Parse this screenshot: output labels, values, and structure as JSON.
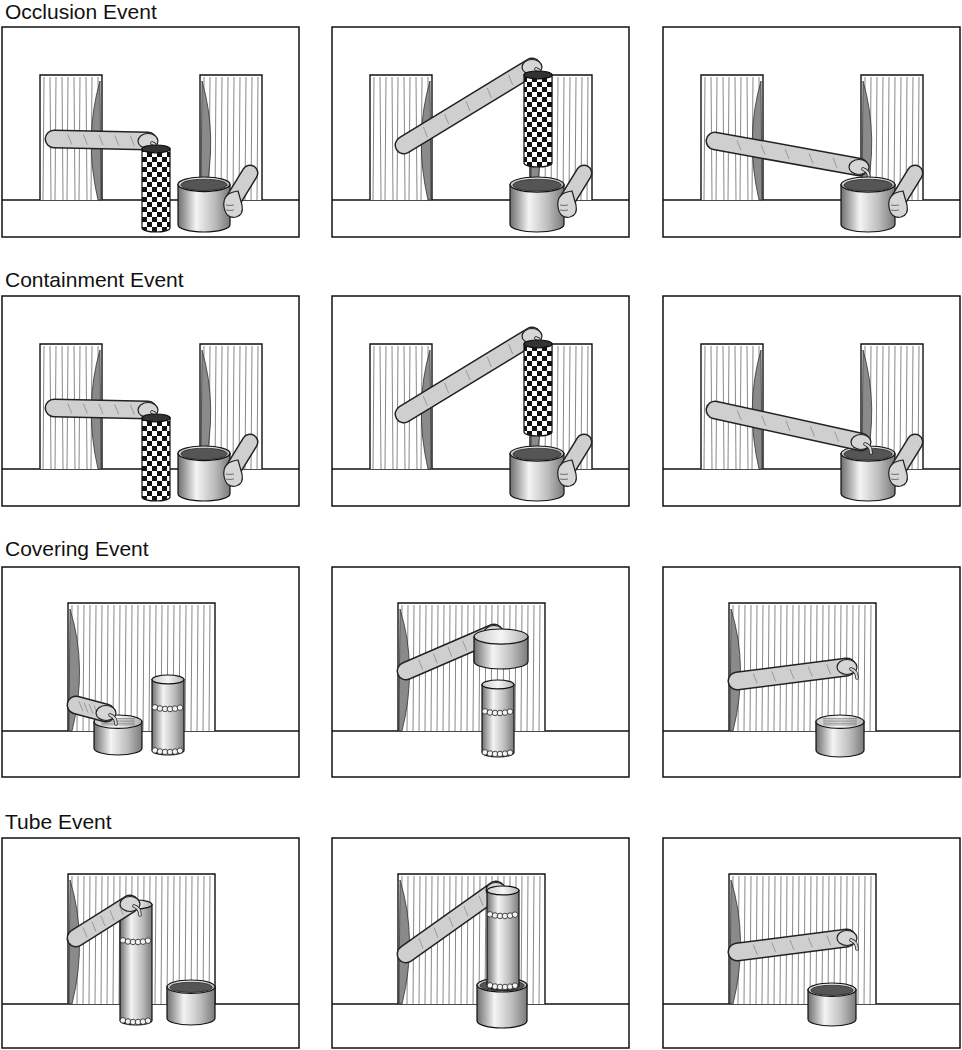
{
  "diagram": {
    "labels": [
      "Occlusion Event",
      "Containment Event",
      "Covering Event",
      "Tube Event"
    ]
  }
}
